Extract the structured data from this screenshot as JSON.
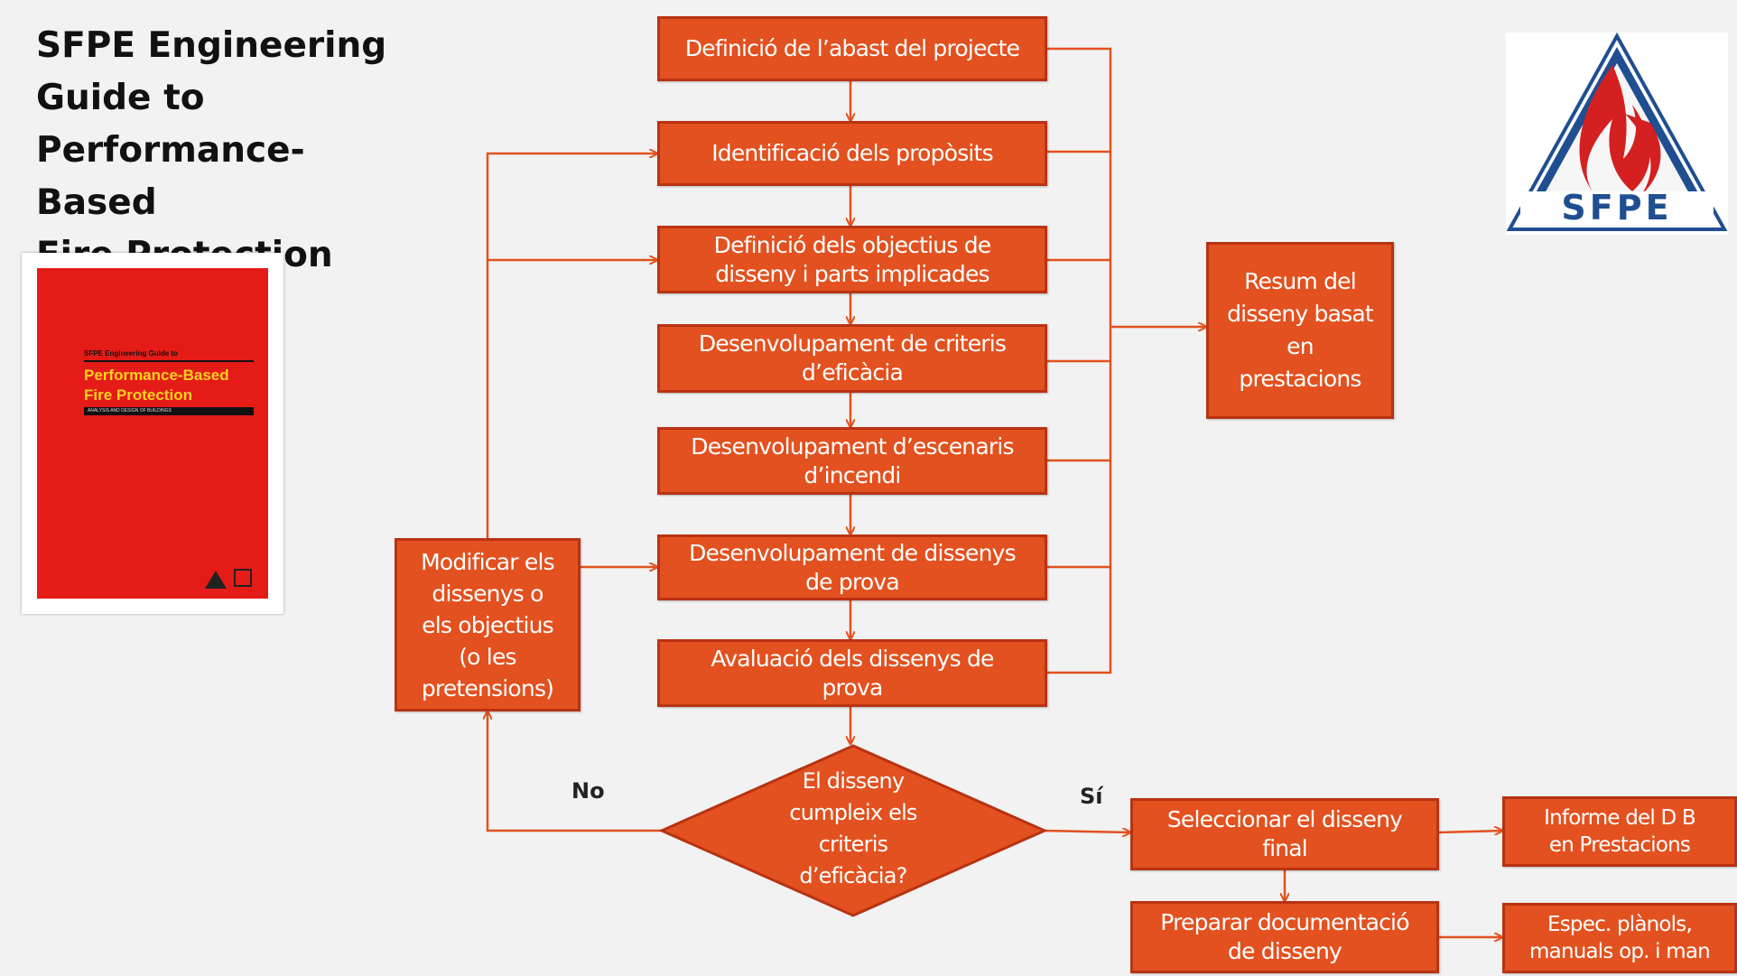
{
  "title_lines": [
    "SFPE Engineering",
    "Guide to",
    "Performance-Based",
    "Fire Protection"
  ],
  "book_cover": {
    "small_text": "SFPE Engineering Guide to",
    "title_lines": [
      "Performance-Based",
      "Fire Protection"
    ],
    "band_text": "ANALYSIS AND DESIGN OF BUILDINGS"
  },
  "flow": {
    "scope": "Definició de l’abast del projecte",
    "goals": "Identificació dels propòsits",
    "objectives": [
      "Definició dels objectius de",
      "disseny i parts implicades"
    ],
    "criteria": [
      "Desenvolupament de criteris",
      "d’eficàcia"
    ],
    "scenarios": [
      "Desenvolupament d’escenaris",
      "d’incendi"
    ],
    "trial_designs": [
      "Desenvolupament de dissenys",
      "de prova"
    ],
    "evaluation": [
      "Avaluació dels dissenys de",
      "prova"
    ],
    "decision": [
      "El disseny",
      "cumpleix els",
      "criteris",
      "d’eficàcia?"
    ],
    "modify": [
      "Modificar els",
      "dissenys o",
      "els objectius",
      "(o les",
      "pretensions)"
    ],
    "summary": [
      "Resum del",
      "disseny basat",
      "en",
      "prestacions"
    ],
    "select_final": [
      "Seleccionar el disseny",
      "final"
    ],
    "prepare_docs": [
      "Preparar documentació",
      "de disseny"
    ],
    "report": [
      "Informe del D B",
      "en Prestacions"
    ],
    "specs": [
      "Espec. plànols,",
      "manuals op. i man"
    ],
    "no_label": "No",
    "yes_label": "Sí"
  },
  "logo_text": "SFPE",
  "colors": {
    "box_fill": "#e2511f",
    "box_border": "#b83313",
    "line": "#e2511f",
    "logo_blue": "#1f4e91",
    "logo_red": "#d42020"
  }
}
